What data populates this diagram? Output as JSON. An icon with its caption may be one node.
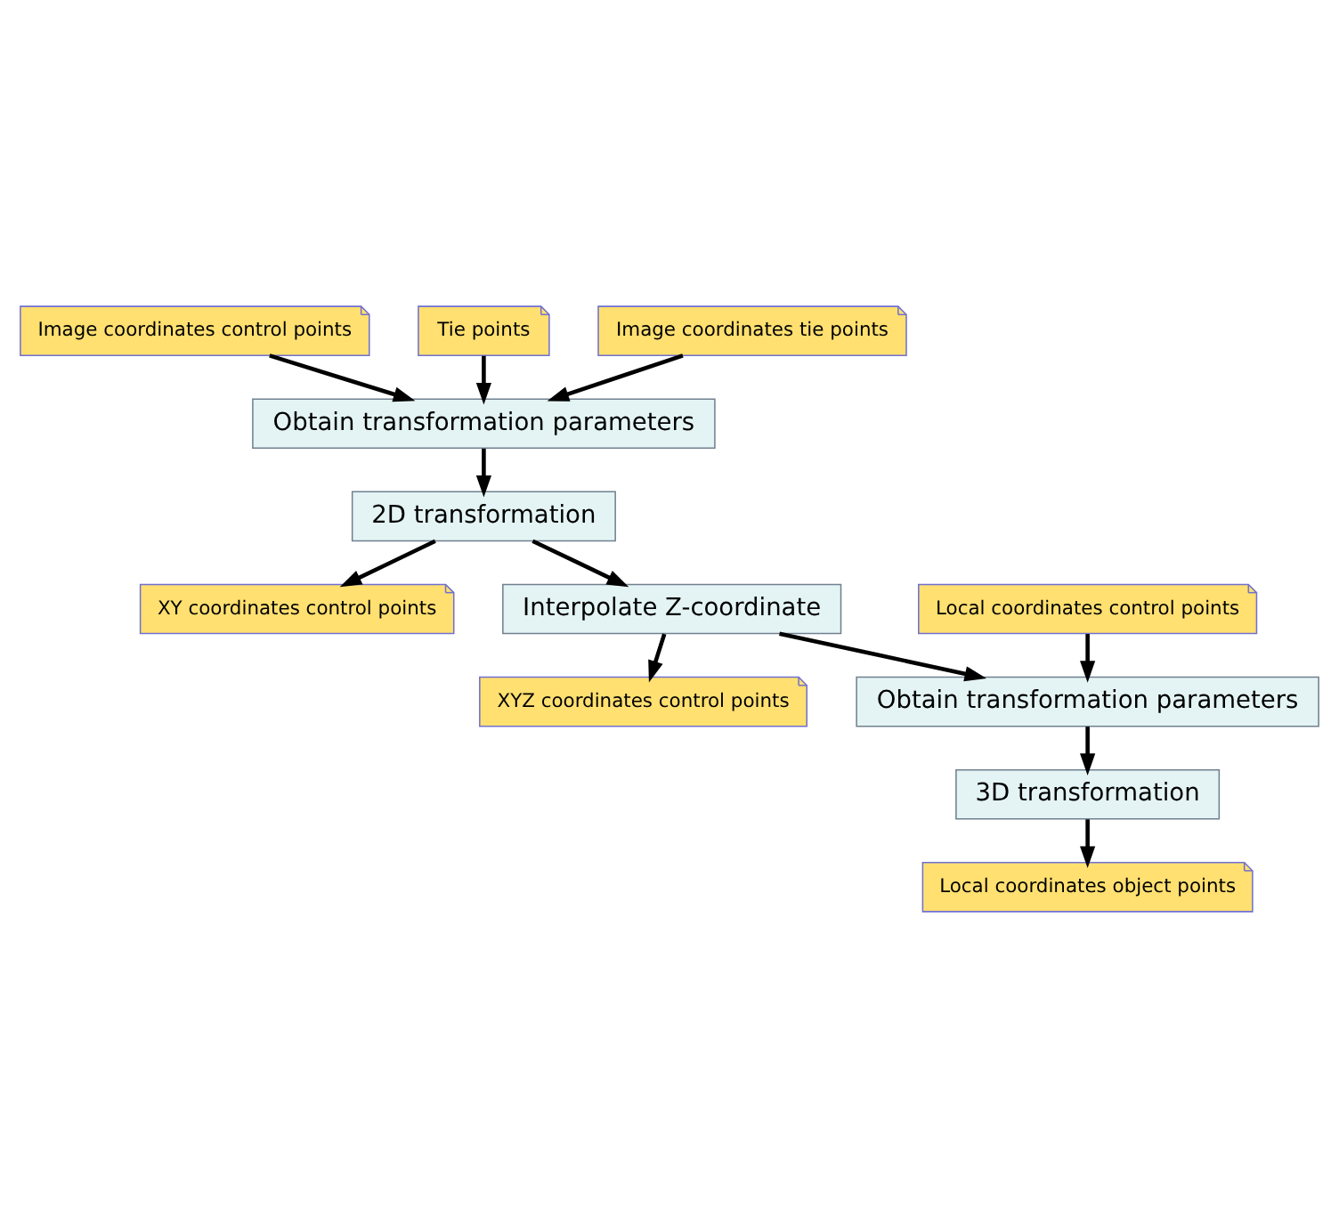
{
  "diagram": {
    "nodes": [
      {
        "text": [
          "Image coordinates control points"
        ]
      },
      {
        "text": [
          "Tie points"
        ]
      },
      {
        "text": [
          "Image coordinates tie points"
        ]
      },
      {
        "text": [
          "Obtain transformation parameters"
        ]
      },
      {
        "text": [
          "2D transformation"
        ]
      },
      {
        "text": [
          "XY coordinates control points"
        ]
      },
      {
        "text": [
          "Interpolate Z-coordinate"
        ]
      },
      {
        "text": [
          "Local coordinates control points"
        ]
      },
      {
        "text": [
          "XYZ coordinates control points"
        ]
      },
      {
        "text": [
          "Obtain transformation parameters"
        ]
      },
      {
        "text": [
          "3D transformation"
        ]
      },
      {
        "text": [
          "Local coordinates object points"
        ]
      }
    ],
    "edges": [
      {
        "from": 0,
        "to": 3,
        "arrow": "to"
      },
      {
        "from": 1,
        "to": 3,
        "arrow": "to"
      },
      {
        "from": 2,
        "to": 3,
        "arrow": "to"
      },
      {
        "from": 3,
        "to": 4,
        "arrow": "to"
      },
      {
        "from": 4,
        "to": 5,
        "arrow": "to"
      },
      {
        "from": 4,
        "to": 6,
        "arrow": "to"
      },
      {
        "from": 6,
        "to": 8,
        "arrow": "to"
      },
      {
        "from": 6,
        "to": 9,
        "arrow": "to"
      },
      {
        "from": 7,
        "to": 9,
        "arrow": "to"
      },
      {
        "from": 9,
        "to": 10,
        "arrow": "to"
      },
      {
        "from": 10,
        "to": 11,
        "arrow": "to"
      }
    ]
  }
}
